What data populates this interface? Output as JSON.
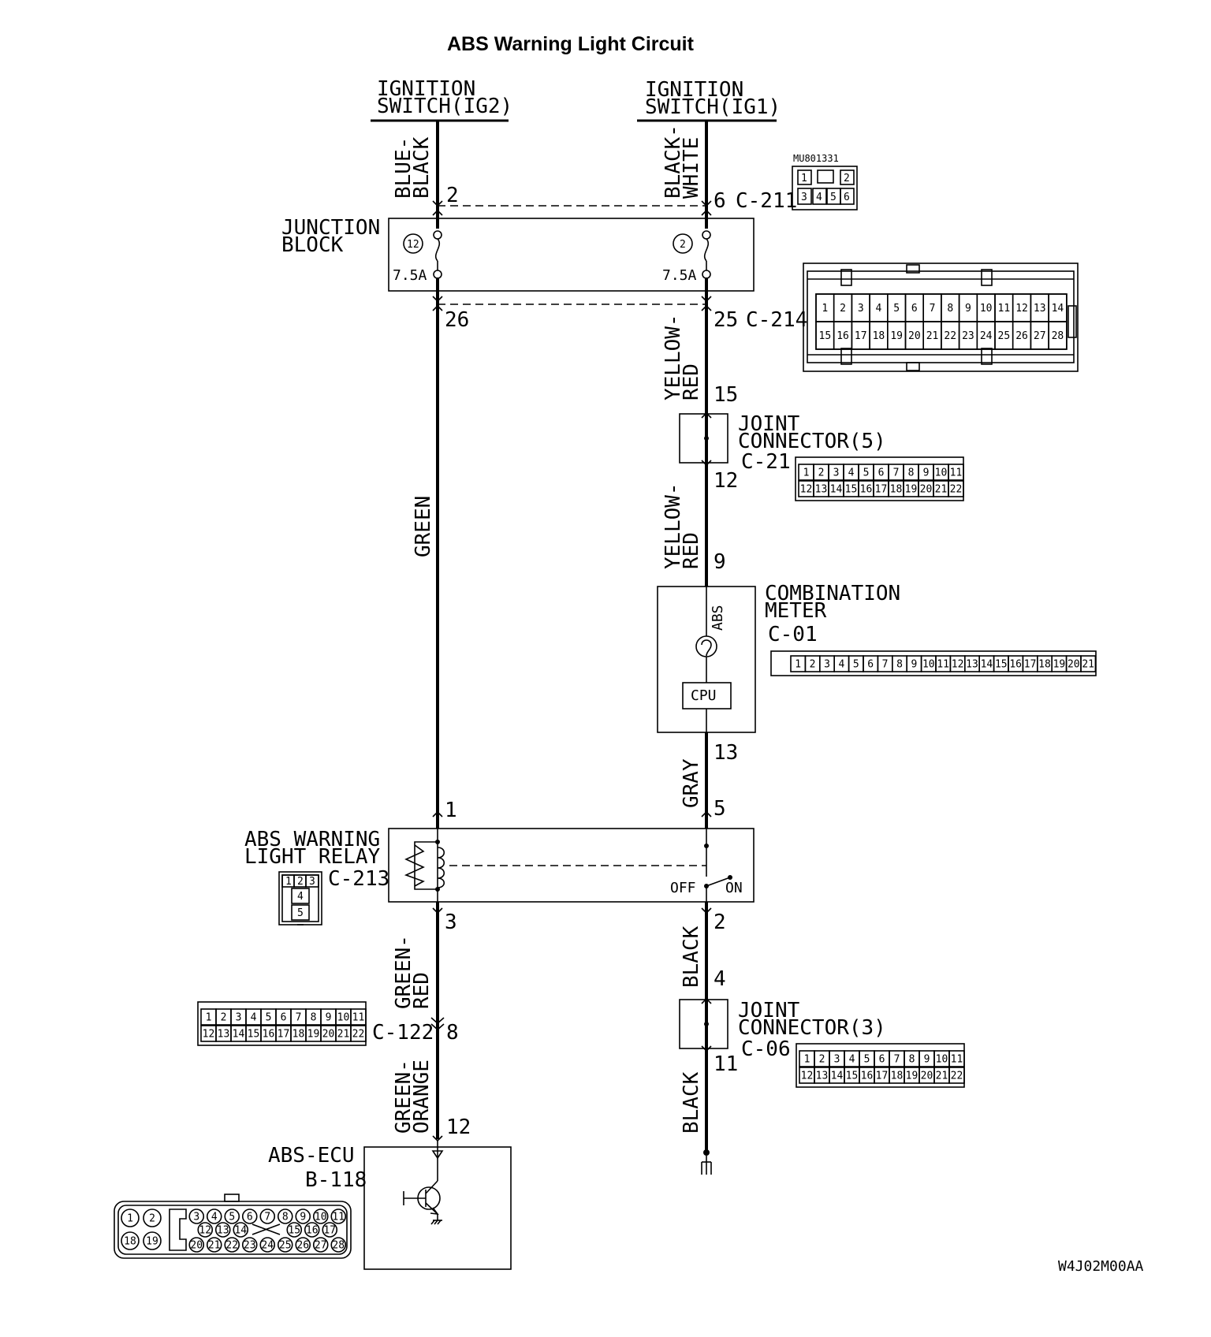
{
  "title": "ABS Warning Light Circuit",
  "code": "W4J02M00AA",
  "sources": {
    "ig2": [
      "IGNITION",
      "SWITCH(IG2)"
    ],
    "ig1": [
      "IGNITION",
      "SWITCH(IG1)"
    ]
  },
  "wires": {
    "blue_black": [
      "BLUE-",
      "BLACK"
    ],
    "black_white": [
      "BLACK-",
      "WHITE"
    ],
    "green": "GREEN",
    "yellow_red_1": [
      "YELLOW-",
      "RED"
    ],
    "yellow_red_2": [
      "YELLOW-",
      "RED"
    ],
    "gray": "GRAY",
    "green_red": [
      "GREEN-",
      "RED"
    ],
    "green_orange": [
      "GREEN-",
      "ORANGE"
    ],
    "black_1": "BLACK",
    "black_2": "BLACK"
  },
  "components": {
    "junction_block": {
      "name": [
        "JUNCTION",
        "BLOCK"
      ],
      "fuse_left_no": "12",
      "fuse_right_no": "2",
      "fuse_left_rating": "7.5A",
      "fuse_right_rating": "7.5A"
    },
    "joint_connector_5": {
      "name": [
        "JOINT",
        "CONNECTOR(5)"
      ],
      "id": "C-21"
    },
    "combination_meter": {
      "name": [
        "COMBINATION",
        "METER"
      ],
      "id": "C-01",
      "lamp_label": "ABS",
      "cpu_label": "CPU"
    },
    "abs_warning_light_relay": {
      "name": [
        "ABS WARNING",
        "LIGHT RELAY"
      ],
      "id": "C-213",
      "off_label": "OFF",
      "on_label": "ON"
    },
    "joint_connector_3": {
      "name": [
        "JOINT",
        "CONNECTOR(3)"
      ],
      "id": "C-06"
    },
    "abs_ecu": {
      "name": "ABS-ECU",
      "id": "B-118"
    }
  },
  "connectors": {
    "c211": {
      "id": "C-211",
      "part_no": "MU801331",
      "pins": [
        "1",
        "2",
        "3",
        "4",
        "5",
        "6"
      ]
    },
    "c214": {
      "id": "C-214",
      "pins_top": [
        "1",
        "2",
        "3",
        "4",
        "5",
        "6",
        "7",
        "8",
        "9",
        "10",
        "11",
        "12",
        "13",
        "14"
      ],
      "pins_bottom": [
        "15",
        "16",
        "17",
        "18",
        "19",
        "20",
        "21",
        "22",
        "23",
        "24",
        "25",
        "26",
        "27",
        "28"
      ]
    },
    "c21": {
      "pins_top": [
        "1",
        "2",
        "3",
        "4",
        "5",
        "6",
        "7",
        "8",
        "9",
        "10",
        "11"
      ],
      "pins_bottom": [
        "12",
        "13",
        "14",
        "15",
        "16",
        "17",
        "18",
        "19",
        "20",
        "21",
        "22"
      ]
    },
    "c01": {
      "pins": [
        "1",
        "2",
        "3",
        "4",
        "5",
        "6",
        "7",
        "8",
        "9",
        "10",
        "11",
        "12",
        "13",
        "14",
        "15",
        "16",
        "17",
        "18",
        "19",
        "20",
        "21"
      ]
    },
    "c213": {
      "pins": [
        "1",
        "2",
        "3",
        "4",
        "5"
      ]
    },
    "c122": {
      "id": "C-122",
      "pins_top": [
        "1",
        "2",
        "3",
        "4",
        "5",
        "6",
        "7",
        "8",
        "9",
        "10",
        "11"
      ],
      "pins_bottom": [
        "12",
        "13",
        "14",
        "15",
        "16",
        "17",
        "18",
        "19",
        "20",
        "21",
        "22"
      ]
    },
    "c06": {
      "pins_top": [
        "1",
        "2",
        "3",
        "4",
        "5",
        "6",
        "7",
        "8",
        "9",
        "10",
        "11"
      ],
      "pins_bottom": [
        "12",
        "13",
        "14",
        "15",
        "16",
        "17",
        "18",
        "19",
        "20",
        "21",
        "22"
      ]
    },
    "b118": {
      "pins_left_top": [
        "1",
        "2"
      ],
      "pins_left_bottom": [
        "18",
        "19"
      ],
      "pins_row1": [
        "3",
        "4",
        "5",
        "6",
        "7",
        "8",
        "9",
        "10",
        "11"
      ],
      "pins_row2": [
        "12",
        "13",
        "14",
        "15",
        "16",
        "17"
      ],
      "pins_row3": [
        "20",
        "21",
        "22",
        "23",
        "24",
        "25",
        "26",
        "27",
        "28"
      ]
    }
  },
  "pin_numbers": {
    "jb_in_left": "2",
    "jb_in_right": "6",
    "jb_out_left": "26",
    "jb_out_right": "25",
    "jc5_in": "15",
    "jc5_out": "12",
    "meter_in": "9",
    "meter_out": "13",
    "relay_in_left": "1",
    "relay_in_right": "5",
    "relay_out_left": "3",
    "relay_out_right": "2",
    "c122_pin": "8",
    "jc3_in": "4",
    "jc3_out": "11",
    "ecu_pin": "12"
  }
}
